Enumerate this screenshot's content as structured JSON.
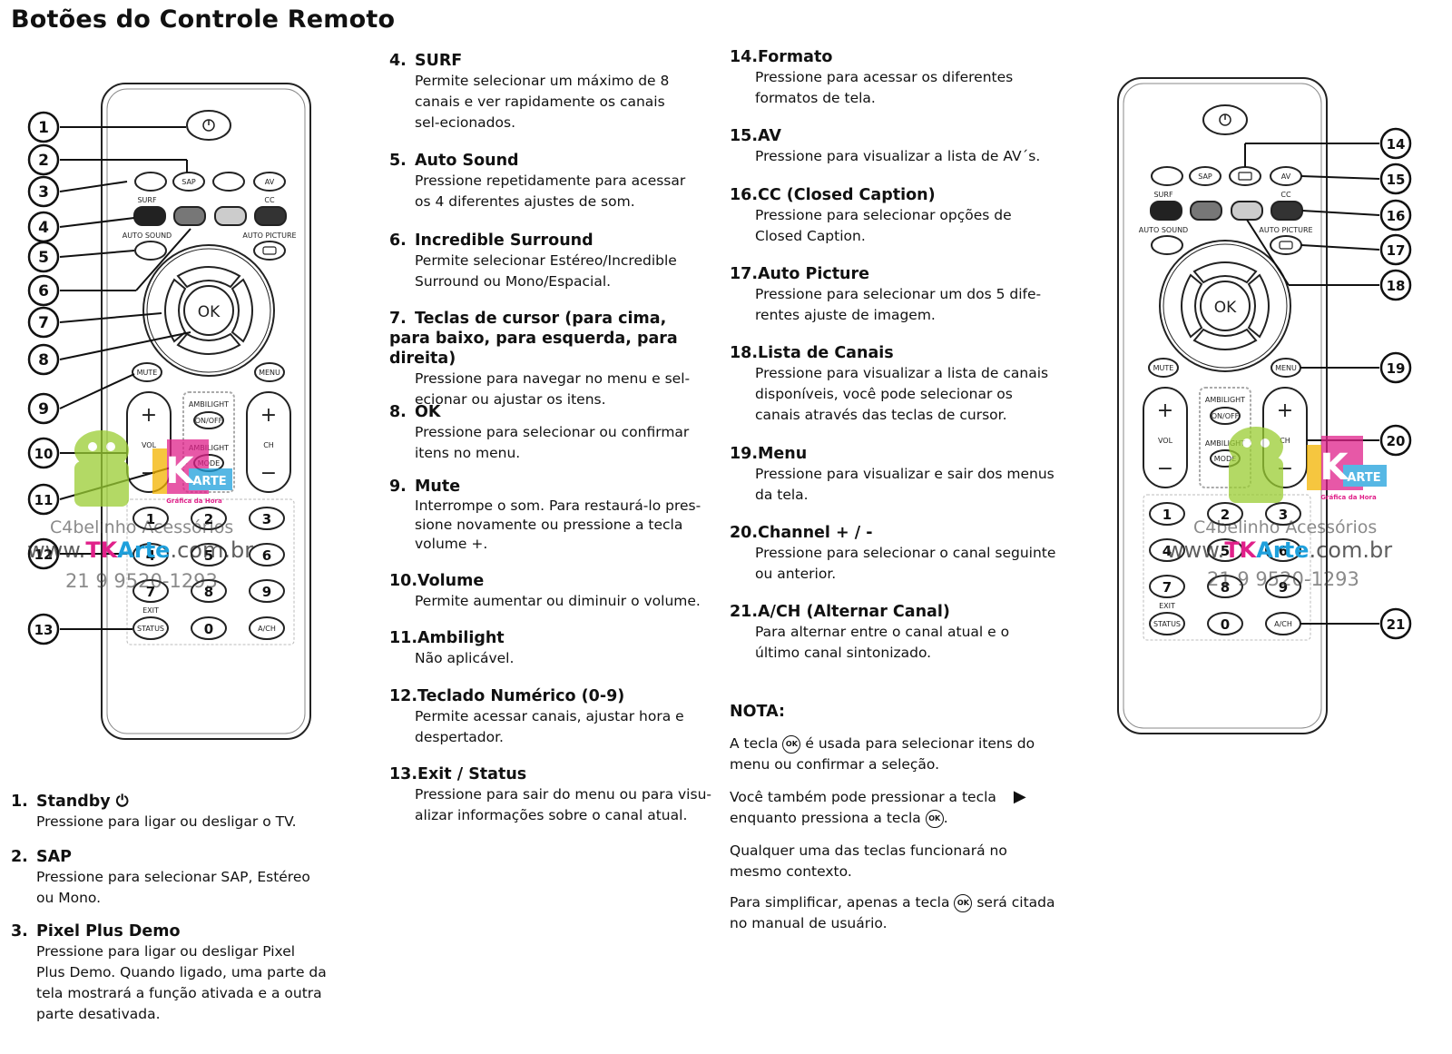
{
  "title": "Botões do Controle Remoto",
  "items": [
    {
      "num": "1.",
      "title": "Standby ⏻",
      "desc": "Pressione para ligar ou desligar o TV."
    },
    {
      "num": "2.",
      "title": "SAP",
      "desc": "Pressione para selecionar SAP, Estéreo ou Mono."
    },
    {
      "num": "3.",
      "title": "Pixel Plus Demo",
      "desc": "Pressione para ligar ou desligar Pixel Plus Demo. Quando ligado, uma parte da tela mostrará a função ativada e a outra parte desativada."
    },
    {
      "num": "4.",
      "title": "SURF",
      "desc": "Permite selecionar um máximo de 8 canais e ver rapidamente os canais sel-ecionados."
    },
    {
      "num": "5.",
      "title": "Auto Sound",
      "desc": "Pressione repetidamente para acessar os 4 diferentes ajustes de som."
    },
    {
      "num": "6.",
      "title": "Incredible Surround",
      "desc": "Permite selecionar Estéreo/Incredible Surround ou Mono/Espacial."
    },
    {
      "num": "7.",
      "title": "Teclas de cursor (para cima, para baixo, para esquerda, para direita)",
      "desc": "Pressione para navegar no menu e sel-ecionar ou ajustar os itens."
    },
    {
      "num": "8.",
      "title": "OK",
      "desc": "Pressione para selecionar ou confirmar itens no menu."
    },
    {
      "num": "9.",
      "title": "Mute",
      "desc": "Interrompe o som. Para restaurá-lo pres-sione novamente ou pressione a tecla volume +."
    },
    {
      "num": "10.",
      "title": "Volume",
      "desc": "Permite aumentar ou diminuir o volume."
    },
    {
      "num": "11.",
      "title": "Ambilight",
      "desc": "Não aplicável."
    },
    {
      "num": "12.",
      "title": "Teclado Numérico (0-9)",
      "desc": "Permite acessar canais, ajustar hora e despertador."
    },
    {
      "num": "13.",
      "title": "Exit / Status",
      "desc": "Pressione para sair do menu ou para visu-alizar informações sobre o canal atual."
    },
    {
      "num": "14.",
      "title": "Formato",
      "desc": "Pressione para acessar os diferentes formatos de tela."
    },
    {
      "num": "15.",
      "title": "AV",
      "desc": "Pressione para visualizar a lista de AV´s."
    },
    {
      "num": "16.",
      "title": "CC (Closed Caption)",
      "desc": "Pressione para selecionar opções de Closed Caption."
    },
    {
      "num": "17.",
      "title": "Auto Picture",
      "desc": "Pressione para selecionar um dos 5 dife-rentes ajuste de imagem."
    },
    {
      "num": "18.",
      "title": "Lista de Canais",
      "desc": "Pressione para visualizar a lista de canais disponíveis, você pode selecionar os canais através das teclas de cursor."
    },
    {
      "num": "19.",
      "title": "Menu",
      "desc": "Pressione para visualizar e sair dos menus da tela."
    },
    {
      "num": "20.",
      "title": "Channel + / -",
      "desc": "Pressione para selecionar o canal seguinte ou anterior."
    },
    {
      "num": "21.",
      "title": "A/CH (Alternar Canal)",
      "desc": "Para alternar entre o canal atual e o último canal sintonizado."
    }
  ],
  "note": {
    "title": "NOTA:",
    "p1a": "A tecla",
    "p1b": "é usada para selecionar itens do menu ou confirmar a seleção.",
    "p2a": "Você também pode pressionar a tecla",
    "p2b": "enquanto pressiona a tecla",
    "p2c": ".",
    "p3": "Qualquer uma das teclas funcionará no mesmo contexto.",
    "p4a": "Para simplificar, apenas a tecla",
    "p4b": "será citada no manual de usuário.",
    "ok_glyph": "OK",
    "arrow_glyph": "▶"
  },
  "remote": {
    "sap": "SAP",
    "av": "AV",
    "surf": "SURF",
    "cc": "CC",
    "auto_sound": "AUTO SOUND",
    "auto_picture": "AUTO PICTURE",
    "ok": "OK",
    "mute": "MUTE",
    "menu": "MENU",
    "vol": "VOL",
    "ch": "CH",
    "ambilight": "AMBILIGHT",
    "onoff": "ON/OFF",
    "mode": "MODE",
    "exit": "EXIT",
    "status": "STATUS",
    "ach": "A/CH",
    "plus": "+",
    "minus": "−",
    "digits": [
      "1",
      "2",
      "3",
      "4",
      "5",
      "6",
      "7",
      "8",
      "9",
      "0"
    ]
  },
  "callouts_left": [
    "1",
    "2",
    "3",
    "4",
    "5",
    "6",
    "7",
    "8",
    "9",
    "10",
    "11",
    "12",
    "13"
  ],
  "callouts_right": [
    "14",
    "15",
    "16",
    "17",
    "18",
    "19",
    "20",
    "21"
  ],
  "watermark": {
    "brand": "C4belinho Acessórios",
    "url_pre": "www.",
    "url_tk": "TK",
    "url_arte": "Arte",
    "url_post": ".com.br",
    "phone": "21 9 9520-1293",
    "logo_k": "K",
    "logo_arte": "ARTE",
    "logo_tag": "Gráfica da Hora"
  }
}
